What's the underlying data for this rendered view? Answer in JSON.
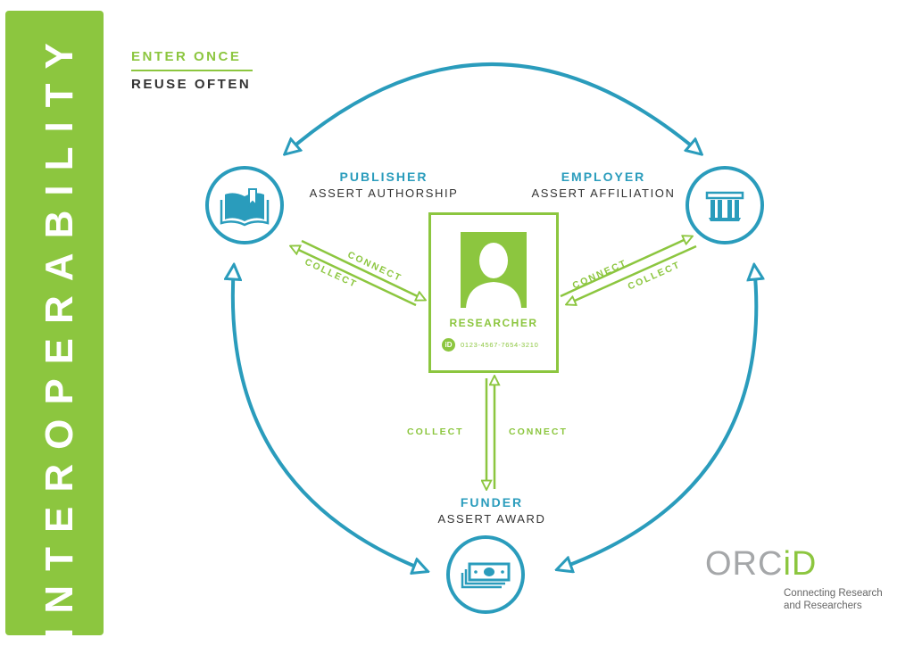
{
  "sidebar": {
    "title": "INTEROPERABILITY"
  },
  "tagline": {
    "line1": "ENTER ONCE",
    "line2": "REUSE OFTEN"
  },
  "publisher": {
    "title": "PUBLISHER",
    "subtitle": "ASSERT AUTHORSHIP",
    "icon": "open-book-icon"
  },
  "employer": {
    "title": "EMPLOYER",
    "subtitle": "ASSERT AFFILIATION",
    "icon": "institution-icon"
  },
  "funder": {
    "title": "FUNDER",
    "subtitle": "ASSERT AWARD",
    "icon": "money-icon"
  },
  "researcher": {
    "title": "RESEARCHER",
    "orcid_badge": "iD",
    "orcid_id": "0123-4567-7654-3210",
    "icon": "person-icon"
  },
  "flows": {
    "publisher_connect": "CONNECT",
    "publisher_collect": "COLLECT",
    "employer_connect": "CONNECT",
    "employer_collect": "COLLECT",
    "funder_collect": "COLLECT",
    "funder_connect": "CONNECT"
  },
  "logo": {
    "word_part1": "ORC",
    "word_part2": "iD",
    "tagline_line1": "Connecting Research",
    "tagline_line2": "and Researchers"
  },
  "colors": {
    "green": "#8cc63f",
    "blue": "#2a9cbc",
    "grey": "#a5a7a9"
  }
}
